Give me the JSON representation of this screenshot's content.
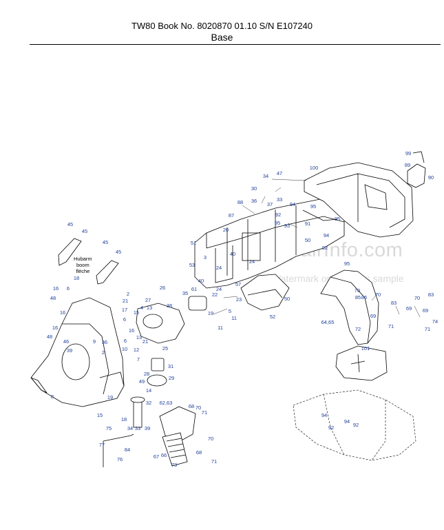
{
  "header": {
    "title": "TW80  Book No. 8020870 01.10 S/N E107240",
    "subtitle": "Base"
  },
  "watermark": {
    "site": "eRepairInfo.com",
    "note": "Watermark only on this sample"
  },
  "boom_label": {
    "line1": "Hubarm",
    "line2": "boom",
    "line3": "flèche"
  },
  "callouts": [
    {
      "id": "c99",
      "text": "99"
    },
    {
      "id": "c89",
      "text": "89"
    },
    {
      "id": "c90",
      "text": "90"
    },
    {
      "id": "c100",
      "text": "100"
    },
    {
      "id": "c34a",
      "text": "34"
    },
    {
      "id": "c47",
      "text": "47"
    },
    {
      "id": "c30",
      "text": "30"
    },
    {
      "id": "c36",
      "text": "36"
    },
    {
      "id": "c33",
      "text": "33"
    },
    {
      "id": "c37",
      "text": "37"
    },
    {
      "id": "c88",
      "text": "88"
    },
    {
      "id": "c94a",
      "text": "94"
    },
    {
      "id": "c95a",
      "text": "95"
    },
    {
      "id": "c87",
      "text": "87"
    },
    {
      "id": "c92a",
      "text": "92"
    },
    {
      "id": "c95b",
      "text": "95"
    },
    {
      "id": "c93",
      "text": "93"
    },
    {
      "id": "c95c",
      "text": "95"
    },
    {
      "id": "c20",
      "text": "20"
    },
    {
      "id": "c91",
      "text": "91"
    },
    {
      "id": "c94b",
      "text": "94"
    },
    {
      "id": "c45a",
      "text": "45"
    },
    {
      "id": "c45b",
      "text": "45"
    },
    {
      "id": "c45c",
      "text": "45"
    },
    {
      "id": "c45d",
      "text": "45"
    },
    {
      "id": "c51",
      "text": "51"
    },
    {
      "id": "c50a",
      "text": "50"
    },
    {
      "id": "c92b",
      "text": "92"
    },
    {
      "id": "c40",
      "text": "40"
    },
    {
      "id": "c24a",
      "text": "24"
    },
    {
      "id": "c53",
      "text": "53"
    },
    {
      "id": "c95d",
      "text": "95"
    },
    {
      "id": "c3",
      "text": "3"
    },
    {
      "id": "c40b",
      "text": "40"
    },
    {
      "id": "c24b",
      "text": "24"
    },
    {
      "id": "c57",
      "text": "57"
    },
    {
      "id": "c61",
      "text": "61"
    },
    {
      "id": "c18",
      "text": "18"
    },
    {
      "id": "c16a",
      "text": "16"
    },
    {
      "id": "c6a",
      "text": "6"
    },
    {
      "id": "c48a",
      "text": "48"
    },
    {
      "id": "c2a",
      "text": "2"
    },
    {
      "id": "c26",
      "text": "26"
    },
    {
      "id": "c35",
      "text": "35"
    },
    {
      "id": "c22",
      "text": "22"
    },
    {
      "id": "c23",
      "text": "23"
    },
    {
      "id": "c24c",
      "text": "24"
    },
    {
      "id": "c50b",
      "text": "50"
    },
    {
      "id": "c70a",
      "text": "70"
    },
    {
      "id": "c85",
      "text": "85"
    },
    {
      "id": "c86",
      "text": "86"
    },
    {
      "id": "c70b",
      "text": "70"
    },
    {
      "id": "c83a",
      "text": "83"
    },
    {
      "id": "c70c",
      "text": "70"
    },
    {
      "id": "c83b",
      "text": "83"
    },
    {
      "id": "c21a",
      "text": "21"
    },
    {
      "id": "c27",
      "text": "27"
    },
    {
      "id": "c38",
      "text": "38"
    },
    {
      "id": "c4",
      "text": "4"
    },
    {
      "id": "c13a",
      "text": "13"
    },
    {
      "id": "c19a",
      "text": "19"
    },
    {
      "id": "c5",
      "text": "5"
    },
    {
      "id": "c11a",
      "text": "11"
    },
    {
      "id": "c11b",
      "text": "11"
    },
    {
      "id": "c52",
      "text": "52"
    },
    {
      "id": "c69a",
      "text": "69"
    },
    {
      "id": "c69b",
      "text": "69"
    },
    {
      "id": "c69c",
      "text": "69"
    },
    {
      "id": "c74",
      "text": "74"
    },
    {
      "id": "c16b",
      "text": "16"
    },
    {
      "id": "c17",
      "text": "17"
    },
    {
      "id": "c15a",
      "text": "15"
    },
    {
      "id": "c6b",
      "text": "6"
    },
    {
      "id": "c16c",
      "text": "16"
    },
    {
      "id": "c64",
      "text": "64,65"
    },
    {
      "id": "c72",
      "text": "72"
    },
    {
      "id": "c71a",
      "text": "71"
    },
    {
      "id": "c71b",
      "text": "71"
    },
    {
      "id": "c16d",
      "text": "16"
    },
    {
      "id": "c48b",
      "text": "48"
    },
    {
      "id": "c46",
      "text": "46"
    },
    {
      "id": "c9",
      "text": "9"
    },
    {
      "id": "c36b",
      "text": "36"
    },
    {
      "id": "c6c",
      "text": "6"
    },
    {
      "id": "c21b",
      "text": "21"
    },
    {
      "id": "c13b",
      "text": "13"
    },
    {
      "id": "c10",
      "text": "10"
    },
    {
      "id": "c12",
      "text": "12"
    },
    {
      "id": "c25",
      "text": "25"
    },
    {
      "id": "c39",
      "text": "39"
    },
    {
      "id": "c7",
      "text": "7"
    },
    {
      "id": "c2b",
      "text": "2"
    },
    {
      "id": "c28",
      "text": "28"
    },
    {
      "id": "c31",
      "text": "31"
    },
    {
      "id": "c29",
      "text": "29"
    },
    {
      "id": "c101",
      "text": "101"
    },
    {
      "id": "c8",
      "text": "8"
    },
    {
      "id": "c49",
      "text": "49"
    },
    {
      "id": "c14",
      "text": "14"
    },
    {
      "id": "c32",
      "text": "32"
    },
    {
      "id": "c62",
      "text": "62,63"
    },
    {
      "id": "c68a",
      "text": "68"
    },
    {
      "id": "c70d",
      "text": "70"
    },
    {
      "id": "c71c",
      "text": "71"
    },
    {
      "id": "c15b",
      "text": "15"
    },
    {
      "id": "c19b",
      "text": "19"
    },
    {
      "id": "c18b",
      "text": "18"
    },
    {
      "id": "c34b",
      "text": "34"
    },
    {
      "id": "c33b",
      "text": "33"
    },
    {
      "id": "c39b",
      "text": "39"
    },
    {
      "id": "c94c",
      "text": "94"
    },
    {
      "id": "c94d",
      "text": "94"
    },
    {
      "id": "c92c",
      "text": "92"
    },
    {
      "id": "c92d",
      "text": "92"
    },
    {
      "id": "c75",
      "text": "75"
    },
    {
      "id": "c77",
      "text": "77"
    },
    {
      "id": "c84",
      "text": "84"
    },
    {
      "id": "c76",
      "text": "76"
    },
    {
      "id": "c67",
      "text": "67"
    },
    {
      "id": "c66",
      "text": "66"
    },
    {
      "id": "c73",
      "text": "73"
    },
    {
      "id": "c70e",
      "text": "70"
    },
    {
      "id": "c68b",
      "text": "68"
    },
    {
      "id": "c71d",
      "text": "71"
    }
  ]
}
